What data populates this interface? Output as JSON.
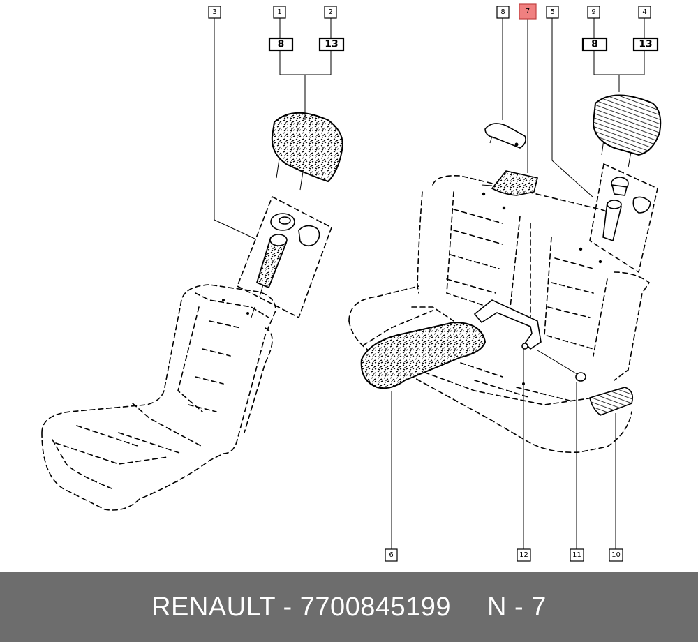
{
  "callouts": {
    "c1": "1",
    "c2": "2",
    "c3": "3",
    "c4": "4",
    "c5": "5",
    "c6": "6",
    "c7": "7",
    "c8": "8",
    "c9": "9",
    "c10": "10",
    "c11": "11",
    "c12": "12"
  },
  "refs": {
    "left_a": "8",
    "left_b": "13",
    "right_a": "8",
    "right_b": "13"
  },
  "highlight_color": "#f08080",
  "footer": {
    "part": "RENAULT - 7700845199",
    "ref": "N - 7"
  }
}
